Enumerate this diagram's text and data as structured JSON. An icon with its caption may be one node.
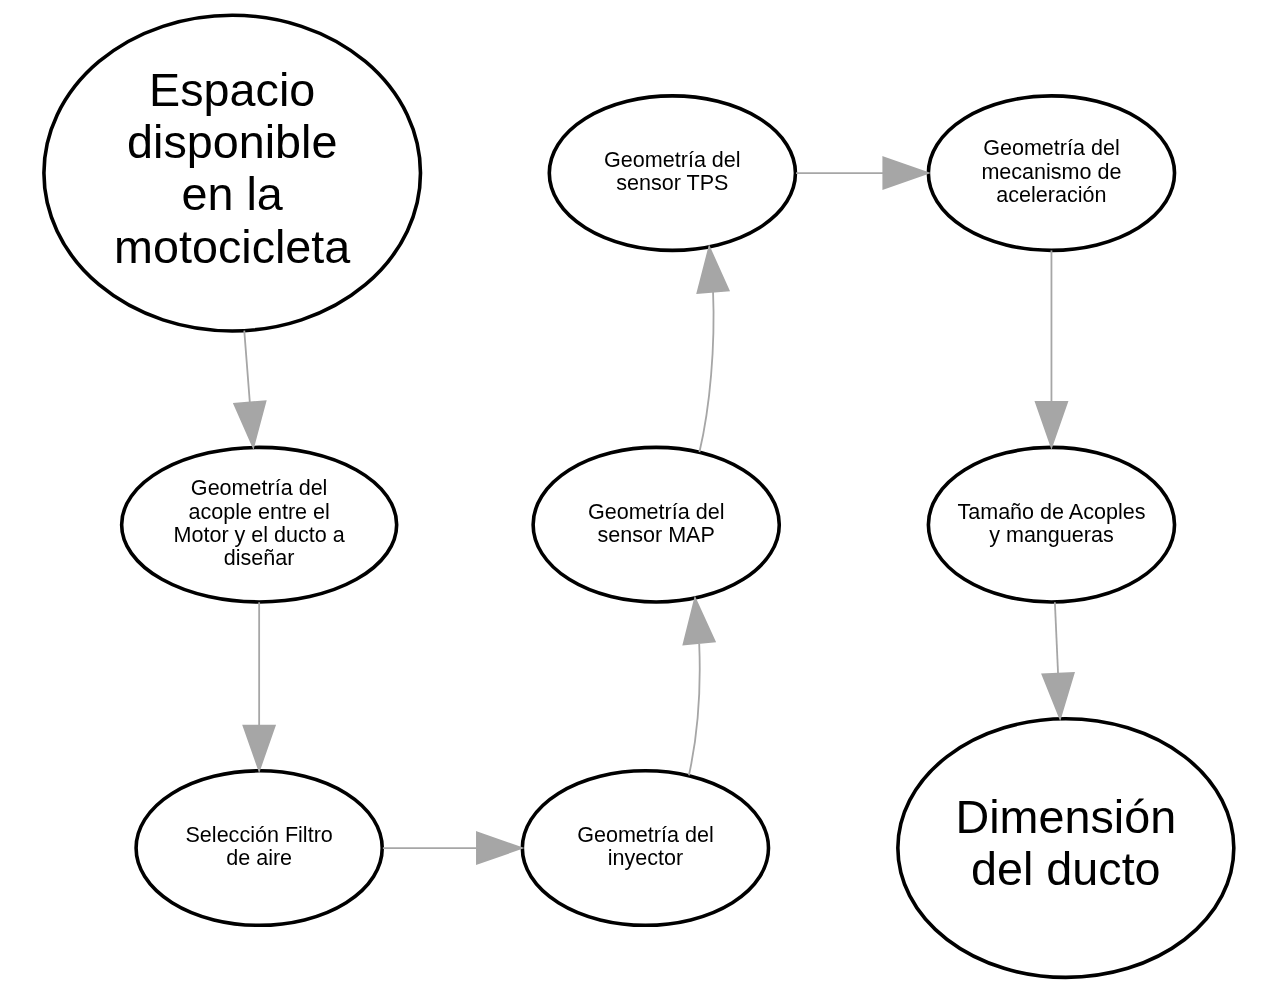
{
  "diagram": {
    "nodes": [
      {
        "text": [
          "Espacio disponible en la motocicleta"
        ]
      },
      {
        "text": [
          "Geometría del acople entre el Motor y el ducto a diseñar"
        ]
      },
      {
        "text": [
          "Selección Filtro de aire"
        ]
      },
      {
        "text": [
          "Geometría del inyector"
        ]
      },
      {
        "text": [
          "Geometría del sensor MAP"
        ]
      },
      {
        "text": [
          "Geometría del sensor TPS"
        ]
      },
      {
        "text": [
          "Geometría del mecanismo de aceleración"
        ]
      },
      {
        "text": [
          "Tamaño de Acoples y mangueras"
        ]
      },
      {
        "text": [
          "Dimensión del ducto"
        ]
      }
    ],
    "edges": [
      {
        "from": 0,
        "to": 1,
        "arrow": "to"
      },
      {
        "from": 1,
        "to": 2,
        "arrow": "to"
      },
      {
        "from": 2,
        "to": 3,
        "arrow": "to"
      },
      {
        "from": 3,
        "to": 4,
        "arrow": "to"
      },
      {
        "from": 4,
        "to": 5,
        "arrow": "to"
      },
      {
        "from": 5,
        "to": 6,
        "arrow": "to"
      },
      {
        "from": 6,
        "to": 7,
        "arrow": "to"
      },
      {
        "from": 7,
        "to": 8,
        "arrow": "to"
      }
    ]
  }
}
